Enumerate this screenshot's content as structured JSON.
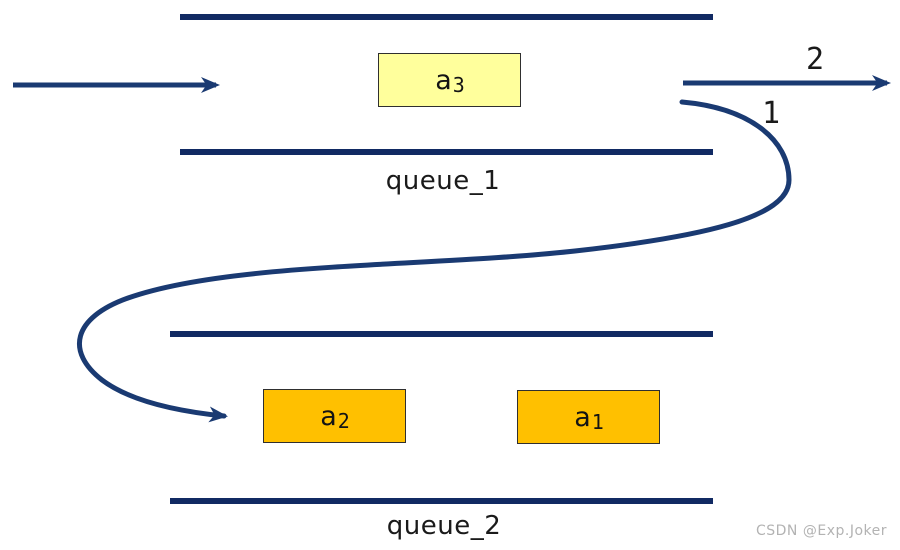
{
  "colors": {
    "wall_navy": "#112a63",
    "arrow_navy": "#1a3a72",
    "box_yellow": "#ffff9c",
    "box_orange": "#ffc000",
    "box_border": "#2f2f2f",
    "label_ink": "#1a1a1a",
    "watermark_gray": "#b3b3b3"
  },
  "diagram": {
    "queue1": {
      "label": "queue_1",
      "items": [
        {
          "base": "a",
          "sub": "3"
        }
      ]
    },
    "queue2": {
      "label": "queue_2",
      "items": [
        {
          "base": "a",
          "sub": "2"
        },
        {
          "base": "a",
          "sub": "1"
        }
      ]
    },
    "steps": {
      "dequeue_out": "2",
      "transfer": "1"
    },
    "icons": {
      "input_arrow": "right-arrow",
      "dequeue_arrow": "right-arrow",
      "transfer_arrow": "s-curved-arrow"
    },
    "watermark": "CSDN @Exp.Joker"
  }
}
